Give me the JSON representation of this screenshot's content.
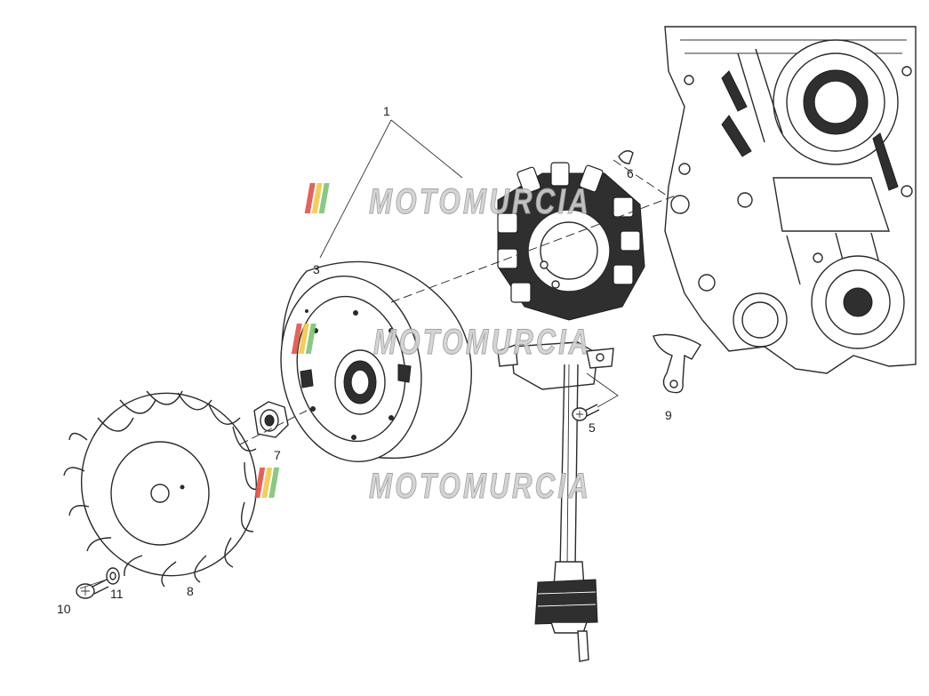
{
  "watermark": {
    "text": "MOTOMURCIA",
    "colors": {
      "red": "#e5504a",
      "yellow": "#f2c94c",
      "green": "#7cc576",
      "text_fill": "#d0d0d0",
      "text_stroke": "#9a9a9a"
    }
  },
  "callouts": [
    "1",
    "3",
    "6",
    "5",
    "9",
    "7",
    "8",
    "10",
    "11"
  ],
  "colors": {
    "ink": "#2a2a2a",
    "background": "#ffffff"
  }
}
